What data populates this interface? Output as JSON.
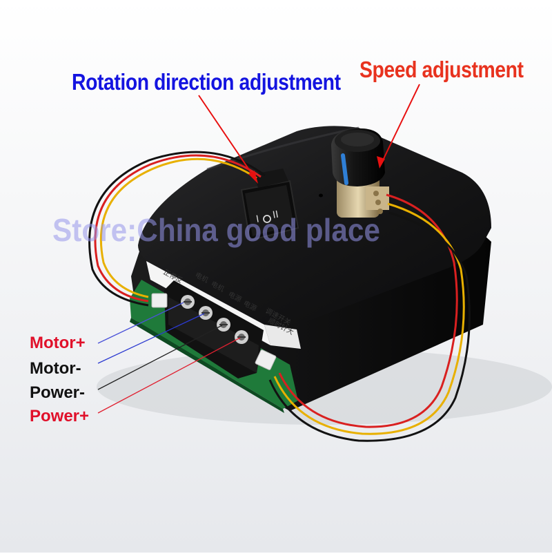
{
  "annotations": {
    "rotation_direction": "Rotation direction adjustment",
    "speed": "Speed adjustment"
  },
  "terminals": {
    "motor_plus": "Motor+",
    "motor_minus": "Motor-",
    "power_minus": "Power-",
    "power_plus": "Power+"
  },
  "watermark": "Store:China good place",
  "board_silkscreen": {
    "label_1": "正停反",
    "label_2": "电机",
    "label_3": "电机",
    "label_4": "电源",
    "label_5": "电源",
    "label_6": "调速开关",
    "label_7": "顺时针大"
  },
  "colors": {
    "rotation_text": "#1414e0",
    "speed_text": "#e8321e",
    "positive_text": "#e0102a",
    "negative_text": "#111111",
    "housing": "#141414",
    "pcb": "#1f7a3a",
    "switch_icon": "rocker-switch-icon",
    "knob_icon": "potentiometer-knob-icon"
  }
}
